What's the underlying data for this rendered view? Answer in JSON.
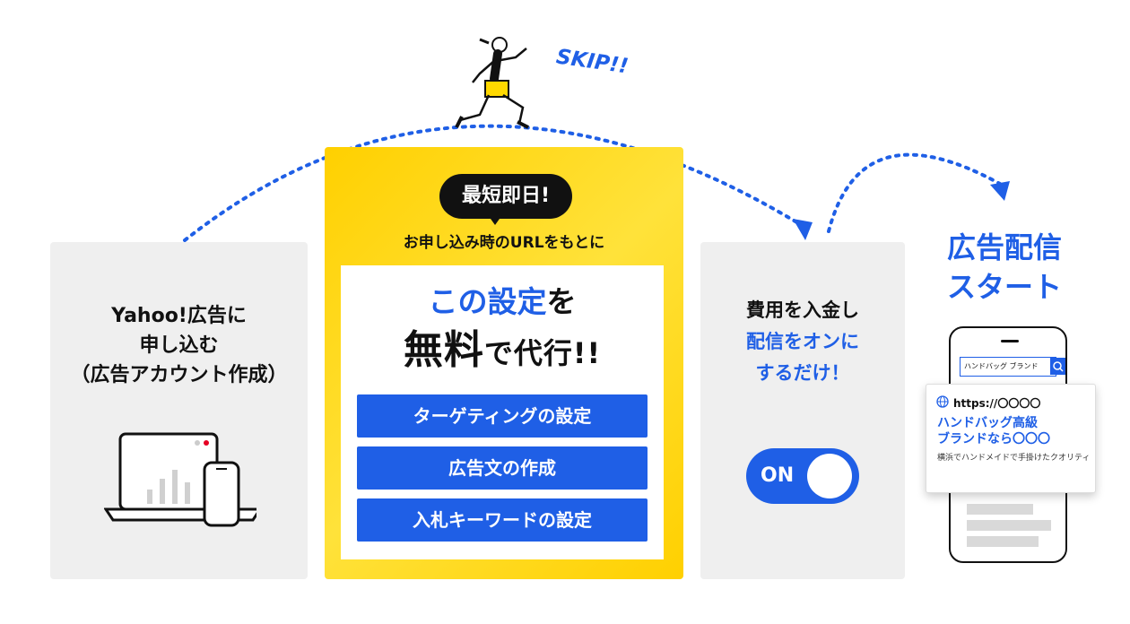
{
  "left_panel": {
    "line1": "Yahoo!広告に",
    "line2": "申し込む",
    "line3": "（広告アカウント作成）"
  },
  "middle_panel": {
    "badge": "最短即日!",
    "subtitle": "お申し込み時のURLをもとに",
    "headline1_blue": "この設定",
    "headline1_black": "を",
    "headline2_big": "無料",
    "headline2_small": "で",
    "headline2_rest": "代行!!",
    "buttons": [
      "ターゲティングの設定",
      "広告文の作成",
      "入札キーワードの設定"
    ]
  },
  "right_panel": {
    "line1": "費用を入金し",
    "line2": "配信をオンに",
    "line3": "するだけ！",
    "toggle_label": "ON"
  },
  "final": {
    "line1": "広告配信",
    "line2": "スタート"
  },
  "phone": {
    "search_text": "ハンドバッグ ブランド"
  },
  "ad": {
    "url": "https://〇〇〇〇",
    "title_line1": "ハンドバッグ高級",
    "title_line2": "ブランドなら〇〇〇",
    "description": "横浜でハンドメイドで手掛けたクオリティ"
  },
  "skip_label": "SKIP!!",
  "colors": {
    "accent_blue": "#1f5fe6",
    "yellow": "#ffd800",
    "panel_gray": "#efefef"
  }
}
